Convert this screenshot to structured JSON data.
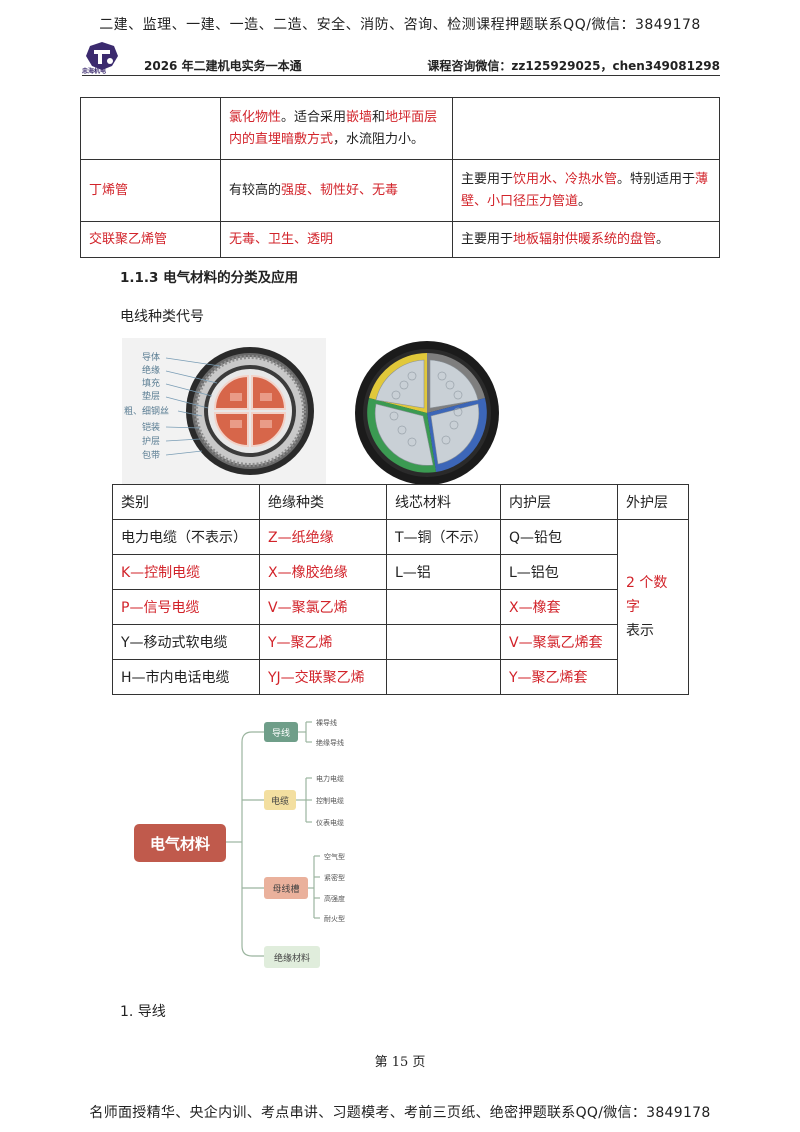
{
  "top_banner": "二建、监理、一建、一造、二造、安全、消防、咨询、检测课程押题联系QQ/微信：3849178",
  "header": {
    "logo_text": "忠海机电",
    "left": "2026 年二建机电实务一本通",
    "right": "课程咨询微信：zz125929025，chen349081298"
  },
  "pipe_table": {
    "row1": {
      "name": "",
      "desc": [
        {
          "t": "氯化物性",
          "red": true
        },
        {
          "t": "。适合采用",
          "red": false
        },
        {
          "t": "嵌墙",
          "red": true
        },
        {
          "t": "和",
          "red": false
        },
        {
          "t": "地坪面层内的直埋暗敷方式",
          "red": true
        },
        {
          "t": "，水流阻力小。",
          "red": false
        }
      ],
      "use": []
    },
    "row2": {
      "name": "丁烯管",
      "desc": [
        {
          "t": "有较高的",
          "red": false
        },
        {
          "t": "强度、韧性好、无毒",
          "red": true
        }
      ],
      "use": [
        {
          "t": "主要用于",
          "red": false
        },
        {
          "t": "饮用水、冷热水管",
          "red": true
        },
        {
          "t": "。特别适用于",
          "red": false
        },
        {
          "t": "薄壁、小口径压力管道",
          "red": true
        },
        {
          "t": "。",
          "red": false
        }
      ]
    },
    "row3": {
      "name": "交联聚乙烯管",
      "desc": [
        {
          "t": "无毒、卫生、透明",
          "red": true
        }
      ],
      "use": [
        {
          "t": "主要用于",
          "red": false
        },
        {
          "t": "地板辐射供暖系统的盘管",
          "red": true
        },
        {
          "t": "。",
          "red": false
        }
      ]
    }
  },
  "section_title": "1.1.3  电气材料的分类及应用",
  "subtitle": "电线种类代号",
  "cable_labels": [
    "导体",
    "绝缘",
    "填充",
    "垫层",
    "粗、细钢丝",
    "铠装",
    "护层",
    "包带"
  ],
  "cable_table": {
    "headers": [
      "类别",
      "绝缘种类",
      "线芯材料",
      "内护层",
      "外护层"
    ],
    "rows": [
      [
        {
          "t": "电力电缆（不表示）",
          "red": false
        },
        {
          "t": "Z—纸绝缘",
          "red": true
        },
        {
          "t": "T—铜（不示）",
          "red": false
        },
        {
          "t": "Q—铅包",
          "red": false
        }
      ],
      [
        {
          "t": "K—控制电缆",
          "red": true
        },
        {
          "t": "X—橡胶绝缘",
          "red": true
        },
        {
          "t": "L—铝",
          "red": false
        },
        {
          "t": "L—铝包",
          "red": false
        }
      ],
      [
        {
          "t": "P—信号电缆",
          "red": true
        },
        {
          "t": "V—聚氯乙烯",
          "red": true
        },
        {
          "t": "",
          "red": false
        },
        {
          "t": "X—橡套",
          "red": true
        }
      ],
      [
        {
          "t": "Y—移动式软电缆",
          "red": false
        },
        {
          "t": "Y—聚乙烯",
          "red": true
        },
        {
          "t": "",
          "red": false
        },
        {
          "t": "V—聚氯乙烯套",
          "red": true
        }
      ],
      [
        {
          "t": "H—市内电话电缆",
          "red": false
        },
        {
          "t": "YJ—交联聚乙烯",
          "red": true
        },
        {
          "t": "",
          "red": false
        },
        {
          "t": "Y—聚乙烯套",
          "red": true
        }
      ]
    ],
    "outer_red": "2 个数字",
    "outer_black": "表示"
  },
  "mindmap": {
    "root": "电气材料",
    "b1": {
      "label": "导线",
      "leaves": [
        "裸导线",
        "绝缘导线"
      ]
    },
    "b2": {
      "label": "电缆",
      "leaves": [
        "电力电缆",
        "控制电缆",
        "仪表电缆"
      ]
    },
    "b3": {
      "label": "母线槽",
      "leaves": [
        "空气型",
        "紧密型",
        "高强度",
        "耐火型"
      ]
    },
    "b4": {
      "label": "绝缘材料"
    }
  },
  "list_heading": "1. 导线",
  "page_number": "第  15  页",
  "bottom_banner": "名师面授精华、央企内训、考点串讲、习题模考、考前三页纸、绝密押题联系QQ/微信：3849178",
  "colors": {
    "red": "#d2232a",
    "root": "#c05a4c",
    "b1": "#6f9e89",
    "b2": "#f3dfa0",
    "b3": "#eab19c",
    "b4": "#e0eddc"
  }
}
